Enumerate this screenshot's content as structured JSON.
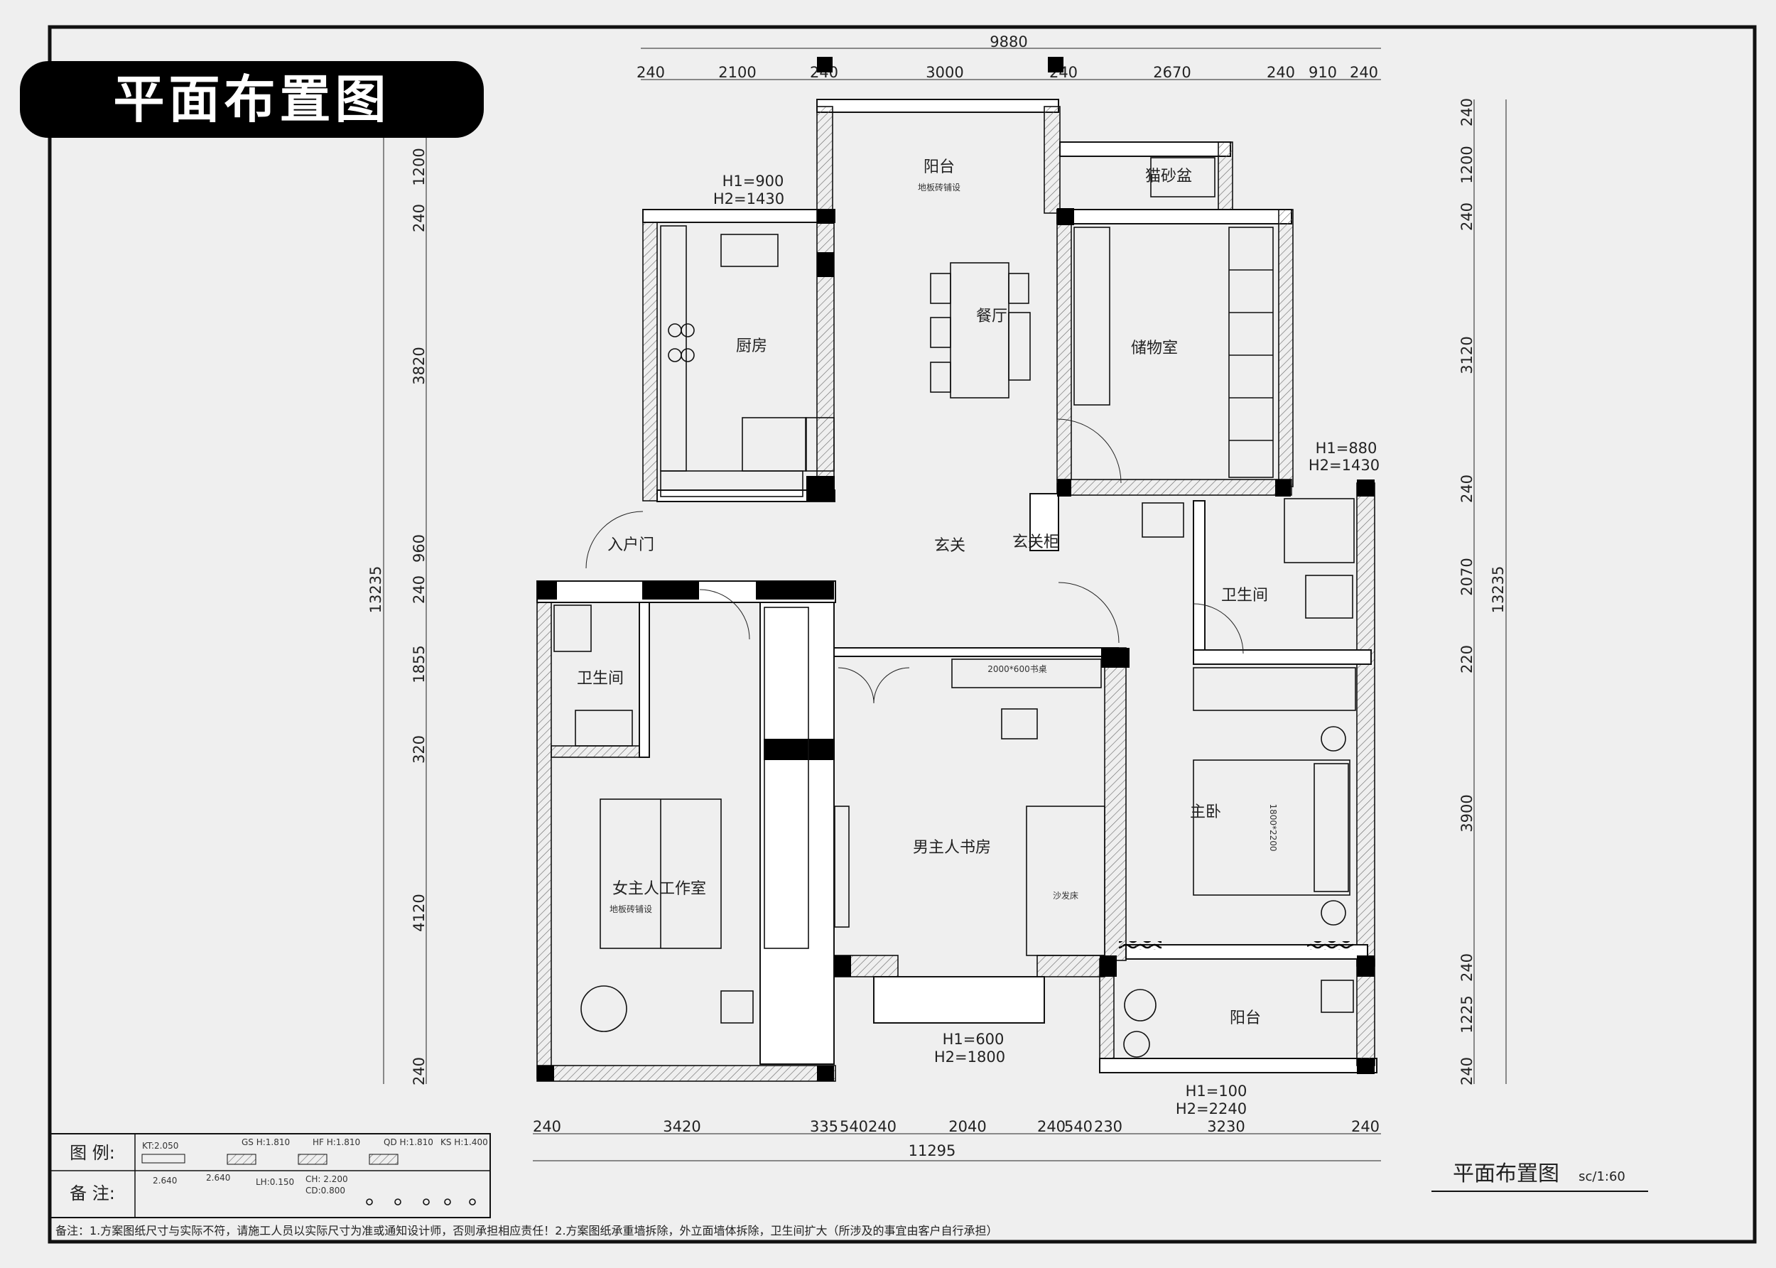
{
  "title": "平面布置图",
  "drawing_label": "平面布置图",
  "scale_label": "sc/1:60",
  "dimensions": {
    "top_total": "9880",
    "top_segments": [
      "240",
      "2100",
      "240",
      "3000",
      "240",
      "2670",
      "240",
      "910",
      "240"
    ],
    "bottom_total": "11295",
    "bottom_segments": [
      "240",
      "3420",
      "335",
      "540",
      "240",
      "2040",
      "240",
      "540",
      "230",
      "3230",
      "240"
    ],
    "left_total": "13235",
    "left_segments": [
      "1200",
      "240",
      "3820",
      "960",
      "240",
      "1855",
      "320",
      "4120",
      "240"
    ],
    "right_total": "13235",
    "right_segments": [
      "240",
      "1200",
      "240",
      "3120",
      "240",
      "2070",
      "220",
      "3900",
      "240",
      "1225",
      "240"
    ]
  },
  "rooms": {
    "balcony_top": "阳台",
    "balcony_top_note": "地板砖铺设",
    "cat_litter": "猫砂盆",
    "kitchen": "厨房",
    "dining": "餐厅",
    "storage": "储物室",
    "entrance_door": "入户门",
    "foyer": "玄关",
    "foyer_cabinet": "玄关柜",
    "bathroom_left": "卫生间",
    "bathroom_right": "卫生间",
    "studio": "女主人工作室",
    "studio_note": "地板砖铺设",
    "study": "男主人书房",
    "master": "主卧",
    "balcony_bottom": "阳台",
    "bed_size": "1800*2200",
    "sofa_bed": "沙发床",
    "desk_note": "2000*600书桌"
  },
  "window_heights": {
    "kitchen": [
      "H1=900",
      "H2=1430"
    ],
    "bath_right": [
      "H1=880",
      "H2=1430"
    ],
    "study": [
      "H1=600",
      "H2=1800"
    ],
    "balcony": [
      "H1=100",
      "H2=2240"
    ]
  },
  "legend": {
    "legend_label": "图 例:",
    "notes_label": "备 注:",
    "legend_items": [
      "KT:2.050",
      "GS H:1.810",
      "HF H:1.810",
      "QD H:1.810",
      "KS H:1.400"
    ],
    "note_items": [
      "2.640",
      "2.640",
      "LH:0.150",
      "CH: 2.200",
      "CD:0.800"
    ]
  },
  "footnote": "备注：1.方案图纸尺寸与实际不符，请施工人员以实际尺寸为准或通知设计师，否则承担相应责任！2.方案图纸承重墙拆除，外立面墙体拆除，卫生间扩大（所涉及的事宜由客户自行承担）"
}
